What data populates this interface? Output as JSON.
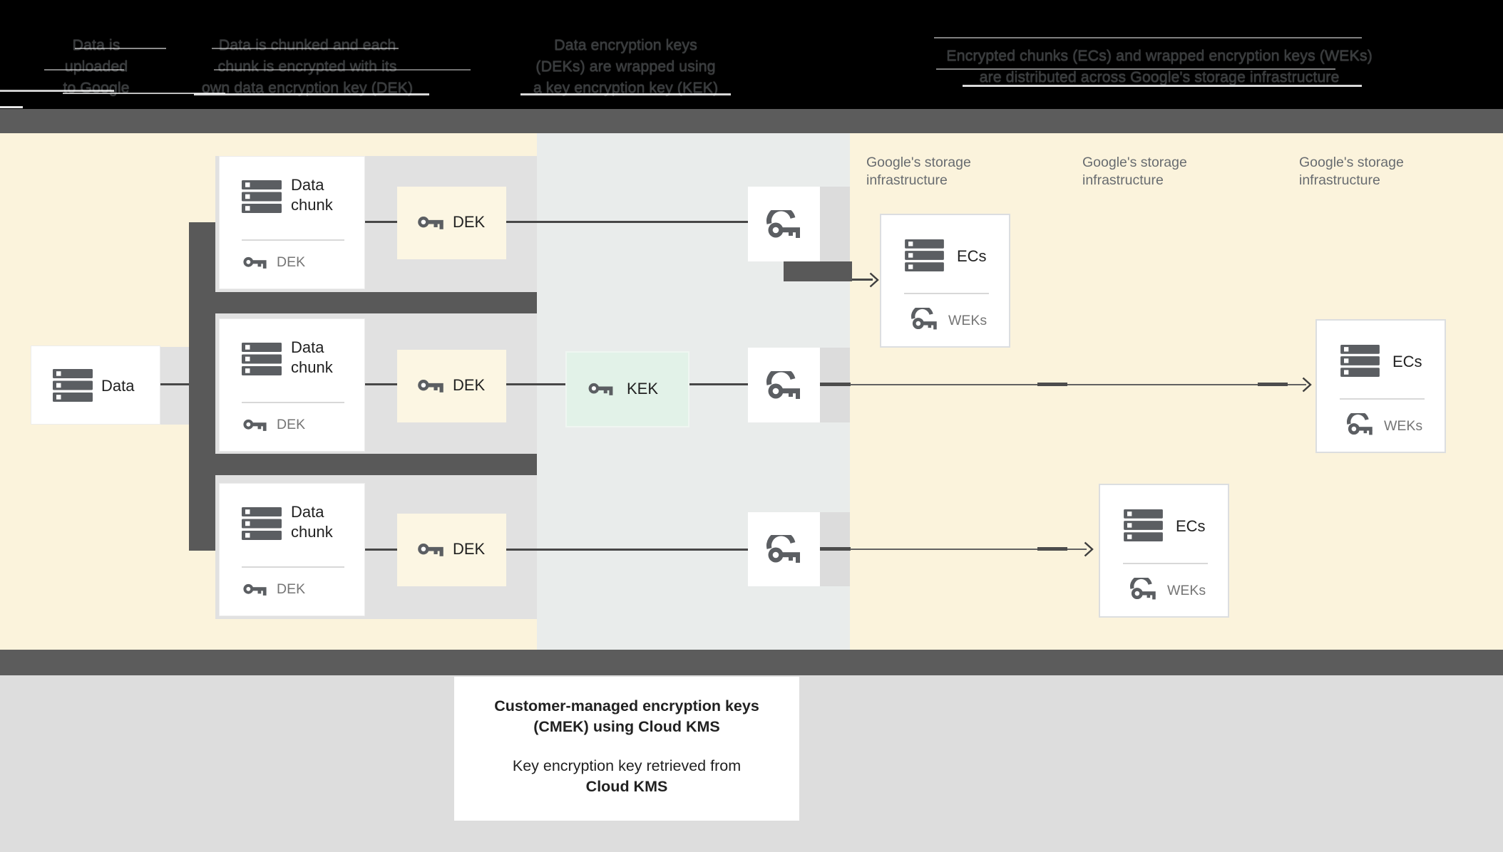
{
  "title": "Customer-managed encryption keys (CMEK) using Cloud KMS",
  "header": {
    "steps": [
      {
        "lines": [
          "Data is",
          "uploaded",
          "to Google"
        ]
      },
      {
        "lines": [
          "Data is chunked and each",
          "chunk is encrypted with its",
          "own data encryption key (DEK)"
        ]
      },
      {
        "lines": [
          "Data encryption keys",
          "(DEKs) are wrapped using",
          "a key encryption key (KEK)"
        ]
      },
      {
        "lines": [
          "Encrypted chunks (ECs) and wrapped encryption keys (WEKs)",
          "are distributed across Google's storage infrastructure"
        ]
      }
    ]
  },
  "diagram": {
    "data_box": {
      "label": "Data"
    },
    "chunks": [
      {
        "title_line1": "Data",
        "title_line2": "chunk",
        "key_label": "DEK"
      },
      {
        "title_line1": "Data",
        "title_line2": "chunk",
        "key_label": "DEK"
      },
      {
        "title_line1": "Data",
        "title_line2": "chunk",
        "key_label": "DEK"
      }
    ],
    "dek_boxes": [
      {
        "label": "DEK"
      },
      {
        "label": "DEK"
      },
      {
        "label": "DEK"
      }
    ],
    "kek_box": {
      "label": "KEK"
    },
    "storage_labels": [
      {
        "line1": "Google's storage",
        "line2": "infrastructure"
      },
      {
        "line1": "Google's storage",
        "line2": "infrastructure"
      },
      {
        "line1": "Google's storage",
        "line2": "infrastructure"
      }
    ],
    "ec_boxes": [
      {
        "title": "ECs",
        "key_label": "WEKs"
      },
      {
        "title": "ECs",
        "key_label": "WEKs"
      },
      {
        "title": "ECs",
        "key_label": "WEKs"
      }
    ]
  },
  "caption": {
    "line1": "Customer-managed encryption keys",
    "line2": "(CMEK) using Cloud KMS",
    "line3": "Key encryption key retrieved from",
    "line4": "Cloud KMS"
  },
  "icons": {
    "server": "data-stack-icon",
    "key": "key-icon",
    "wrapped_key": "wrapped-key-icon",
    "arrowhead": "arrow-right-icon"
  },
  "colors": {
    "background_cream": "#FBF3DC",
    "kms_band": "#E9ECEB",
    "row_band": "#E1E1E1",
    "connector_dark": "#595959",
    "separator_bar": "#5C5C5C",
    "dek_box_cream": "#FCF6E3",
    "kek_box_mint": "#E2F2E8",
    "box_white": "#FFFFFF",
    "icon_gray": "#5B5E62",
    "text_dark": "#212121",
    "text_gray": "#757575",
    "footer_background": "#DDDDDD",
    "header_background": "#000000"
  }
}
